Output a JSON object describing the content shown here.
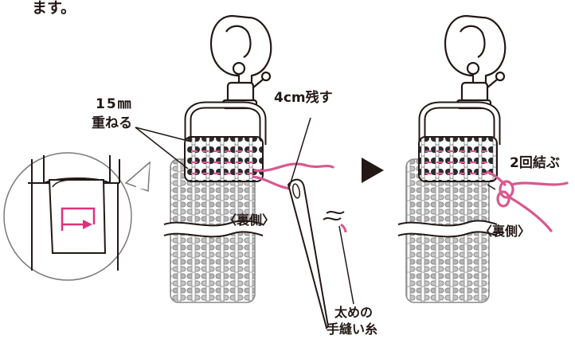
{
  "labels": {
    "intro_fragment": "ます。",
    "overlap_top": "15㎜",
    "overlap_bottom": "重ねる",
    "leave_4cm": "4cm残す",
    "back_side_left": "〈裏側〉",
    "thread_line1": "太めの",
    "thread_line2": "手縫い糸",
    "tie_twice": "2回結ぶ",
    "back_side_right": "〈裏側〉"
  },
  "colors": {
    "outline": "#231815",
    "strap_gray": "#a9a9a9",
    "pink_thread": "#d9588f",
    "magenta_arrow": "#e0307a",
    "arrow_triangle": "#231815"
  },
  "icons": {
    "carabiner": "swivel-snap-hook",
    "needle": "sewing-needle",
    "step_arrow": "right-triangle-arrow"
  }
}
